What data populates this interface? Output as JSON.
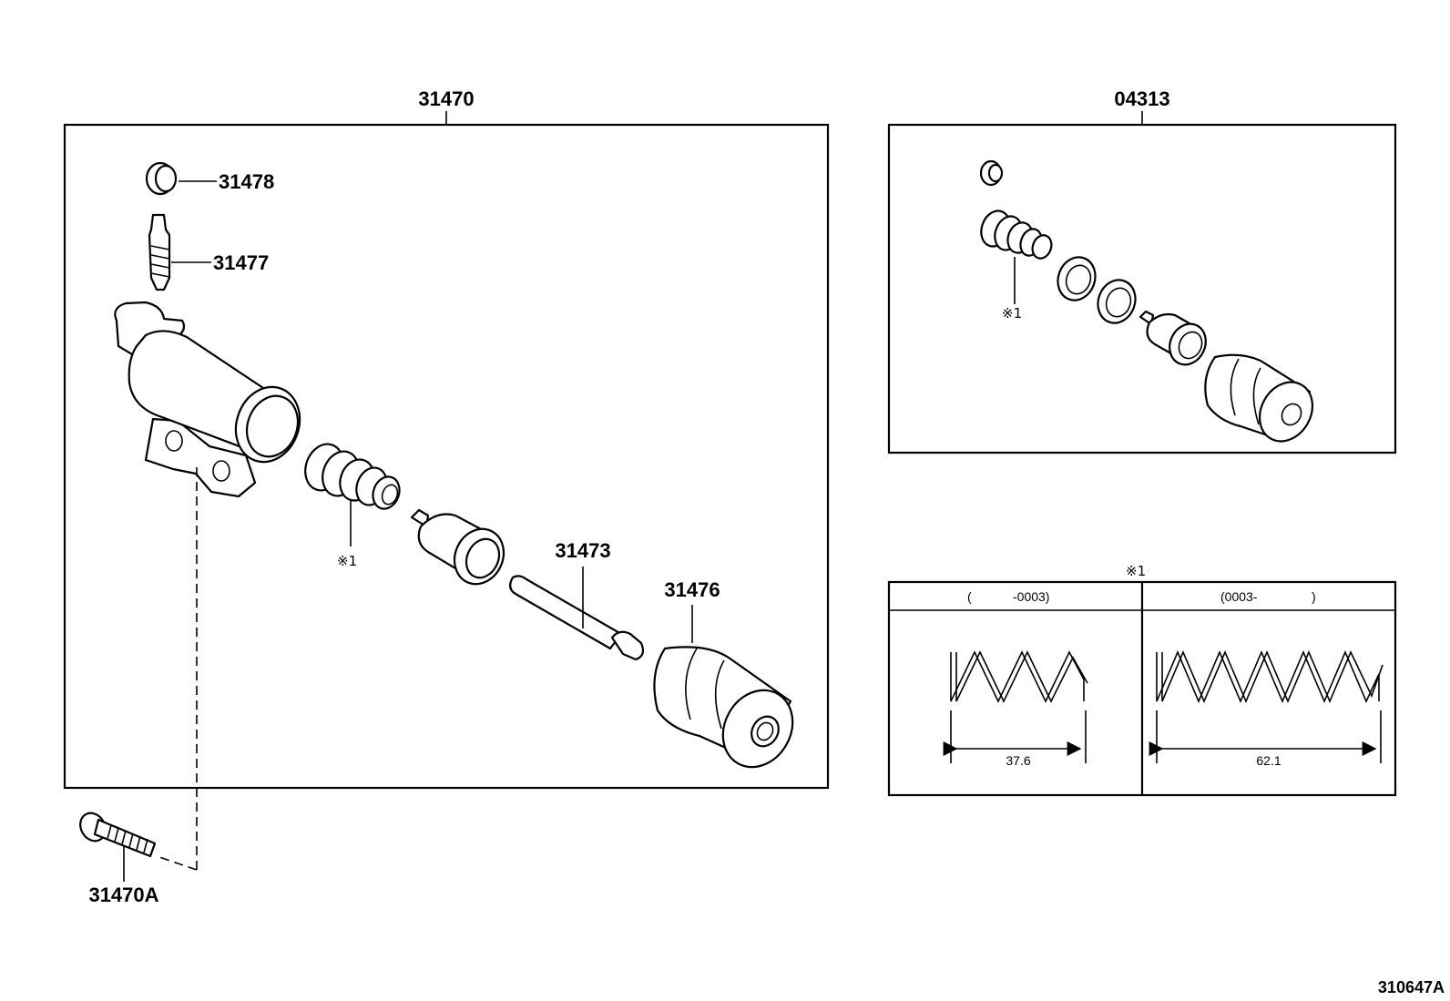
{
  "main_group": {
    "label": "31470",
    "parts": {
      "bleeder_cap": "31478",
      "bleeder_plug": "31477",
      "push_rod": "31473",
      "boot": "31476",
      "spring_note": "※1"
    }
  },
  "bolt": {
    "label": "31470A"
  },
  "kit_group": {
    "label": "04313",
    "spring_note": "※1"
  },
  "spring_table": {
    "note": "※1",
    "columns": [
      {
        "header_open": "(",
        "header_range": "-0003)",
        "length": "37.6"
      },
      {
        "header_open": "(0003-",
        "header_range": ")",
        "length": "62.1"
      }
    ]
  },
  "figure_code": "310647A"
}
